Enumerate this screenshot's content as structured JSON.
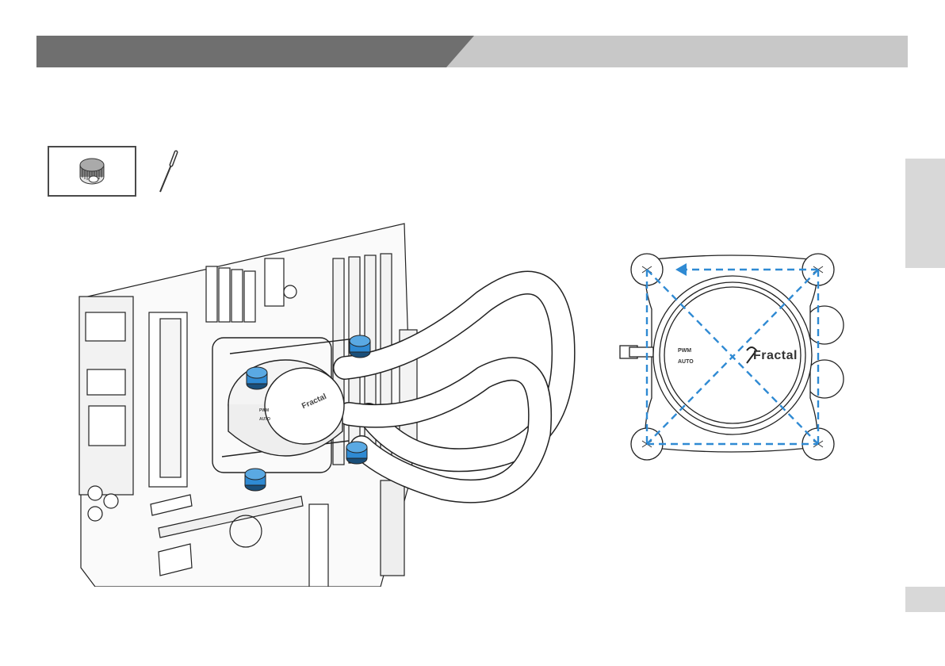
{
  "header": {
    "dark_color": "#6f6f6f",
    "light_color": "#c8c8c8"
  },
  "parts": {
    "thumbscrew_icon": "thumbscrew-icon",
    "screwdriver_icon": "screwdriver-icon"
  },
  "pump": {
    "brand": "Fractal",
    "mode_pwm": "PWM",
    "mode_auto": "AUTO",
    "accent_color": "#2f8ad3"
  }
}
